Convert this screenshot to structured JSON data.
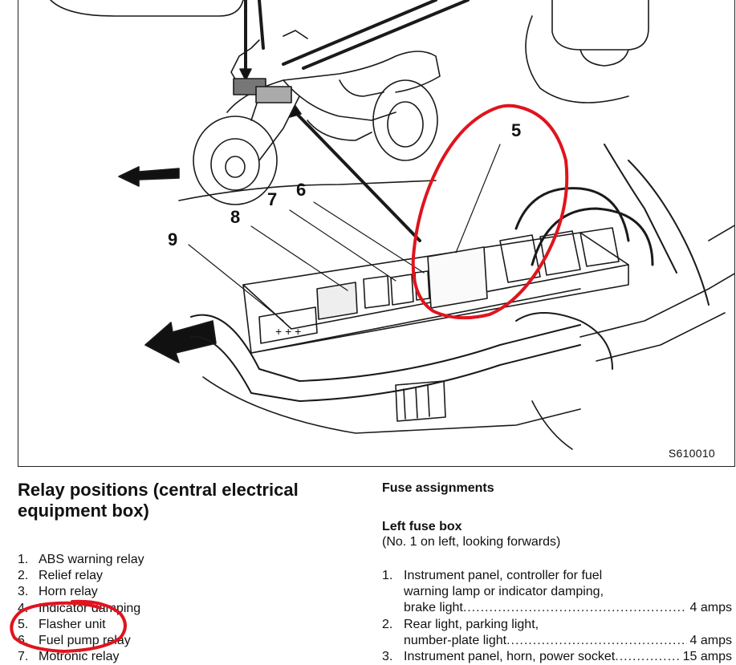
{
  "figure": {
    "code": "S610010",
    "callouts": [
      "5",
      "6",
      "7",
      "8",
      "9"
    ]
  },
  "relay_section": {
    "title": "Relay positions (central electrical equipment box)",
    "items": [
      {
        "num": "1.",
        "label": "ABS warning relay"
      },
      {
        "num": "2.",
        "label": "Relief relay"
      },
      {
        "num": "3.",
        "label": "Horn relay"
      },
      {
        "num": "4.",
        "label": "Indicator damping"
      },
      {
        "num": "5.",
        "label": "Flasher unit"
      },
      {
        "num": "6.",
        "label": "Fuel pump relay"
      },
      {
        "num": "7.",
        "label": "Motronic relay"
      }
    ]
  },
  "fuse_section": {
    "title": "Fuse assignments",
    "box_title": "Left fuse box",
    "box_note": "(No. 1 on left, looking forwards)",
    "items": [
      {
        "num": "1.",
        "lines": [
          "Instrument panel, controller for fuel",
          "warning lamp or indicator damping,"
        ],
        "last": "brake light",
        "amps": "4 amps"
      },
      {
        "num": "2.",
        "lines": [
          "Rear light, parking light,"
        ],
        "last": "number-plate light",
        "amps": "4 amps"
      },
      {
        "num": "3.",
        "lines": [],
        "last": "Instrument panel, horn, power socket",
        "amps": "15 amps"
      }
    ]
  },
  "annotations": {
    "color": "#e0141e"
  }
}
